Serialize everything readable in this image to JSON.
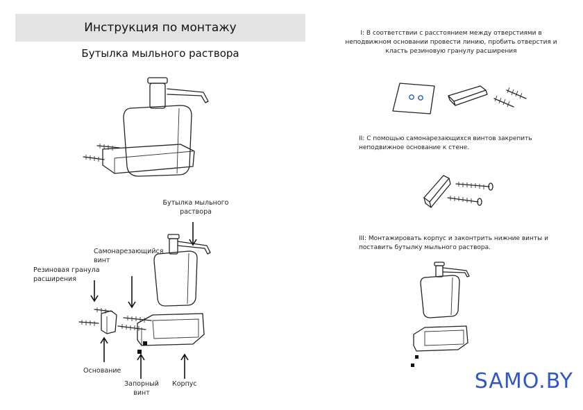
{
  "header": {
    "title": "Инструкция по монтажу"
  },
  "product": {
    "name": "Бутылка мыльного раствора"
  },
  "labels": {
    "bottle": "Бутылка мыльного раствора",
    "screw": "Самонарезающийся винт",
    "anchor": "Резиновая гранула расширения",
    "base": "Основание",
    "lock_screw": "Запорный винт",
    "body": "Корпус"
  },
  "steps": [
    {
      "text": "I: В соответствии с расстоянием между отверстиями в неподвижном основании провести линию, пробить отверстия и класть резиновую гранулу расширения"
    },
    {
      "text": "II: С помощью самонарезающихся винтов закрепить неподвижное основание к стене."
    },
    {
      "text": "III: Монтажировать корпус и законтрить нижние винты и поставить бутылку мыльного раствора."
    }
  ],
  "brand": {
    "name": "SAMO.BY",
    "color": "#2f57c7"
  }
}
